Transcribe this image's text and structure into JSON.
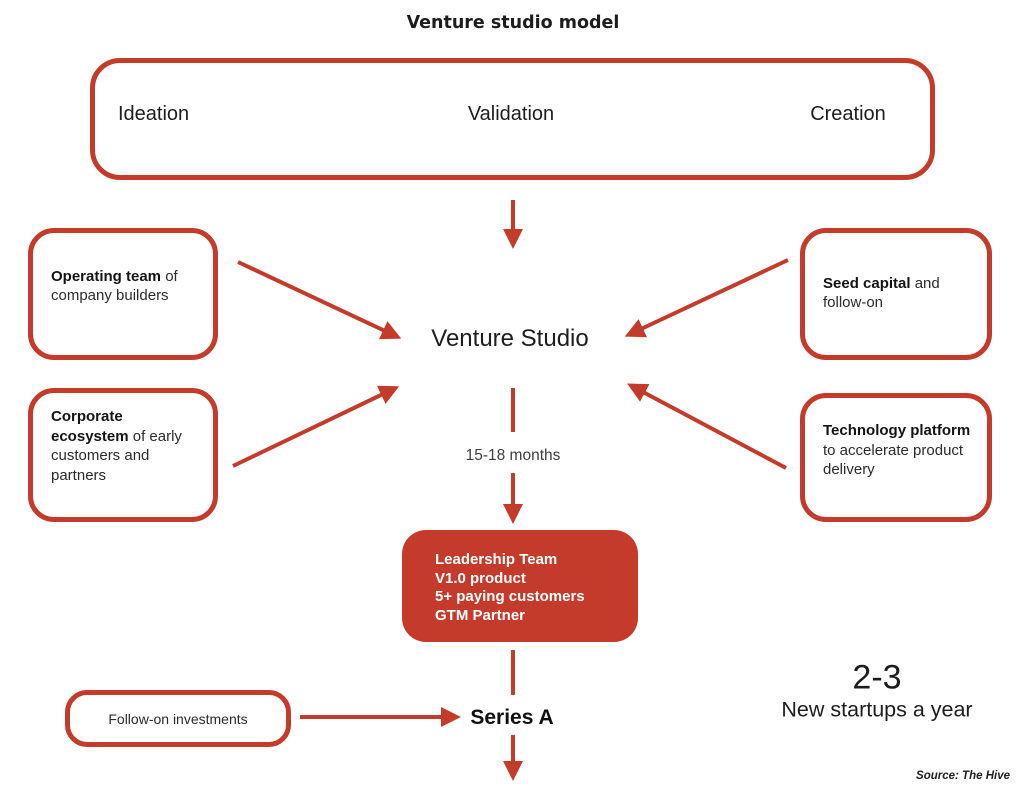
{
  "title": "Venture studio model",
  "colors": {
    "accent_red": "#c43b2b",
    "ink": "#1d1d1d"
  },
  "pipeline": {
    "stages": [
      "Ideation",
      "Validation",
      "Creation"
    ]
  },
  "hub": {
    "label": "Venture Studio",
    "duration": "15-18 months"
  },
  "inputs": {
    "operating_team": {
      "bold": "Operating team",
      "rest": "of company builders"
    },
    "corporate_ecosystem": {
      "bold": "Corporate ecosystem",
      "rest": "of early customers and partners"
    },
    "seed_capital": {
      "bold": "Seed capital",
      "rest": "and follow-on"
    },
    "technology_platform": {
      "bold": "Technology platform",
      "rest": "to accelerate product delivery"
    }
  },
  "outcome": {
    "lines": [
      "Leadership Team",
      "V1.0 product",
      "5+ paying customers",
      "GTM Partner"
    ]
  },
  "followon": {
    "label": "Follow-on investments"
  },
  "series_a": {
    "label": "Series A"
  },
  "stat": {
    "value": "2-3",
    "caption": "New startups a year"
  },
  "source": "Source: The Hive"
}
